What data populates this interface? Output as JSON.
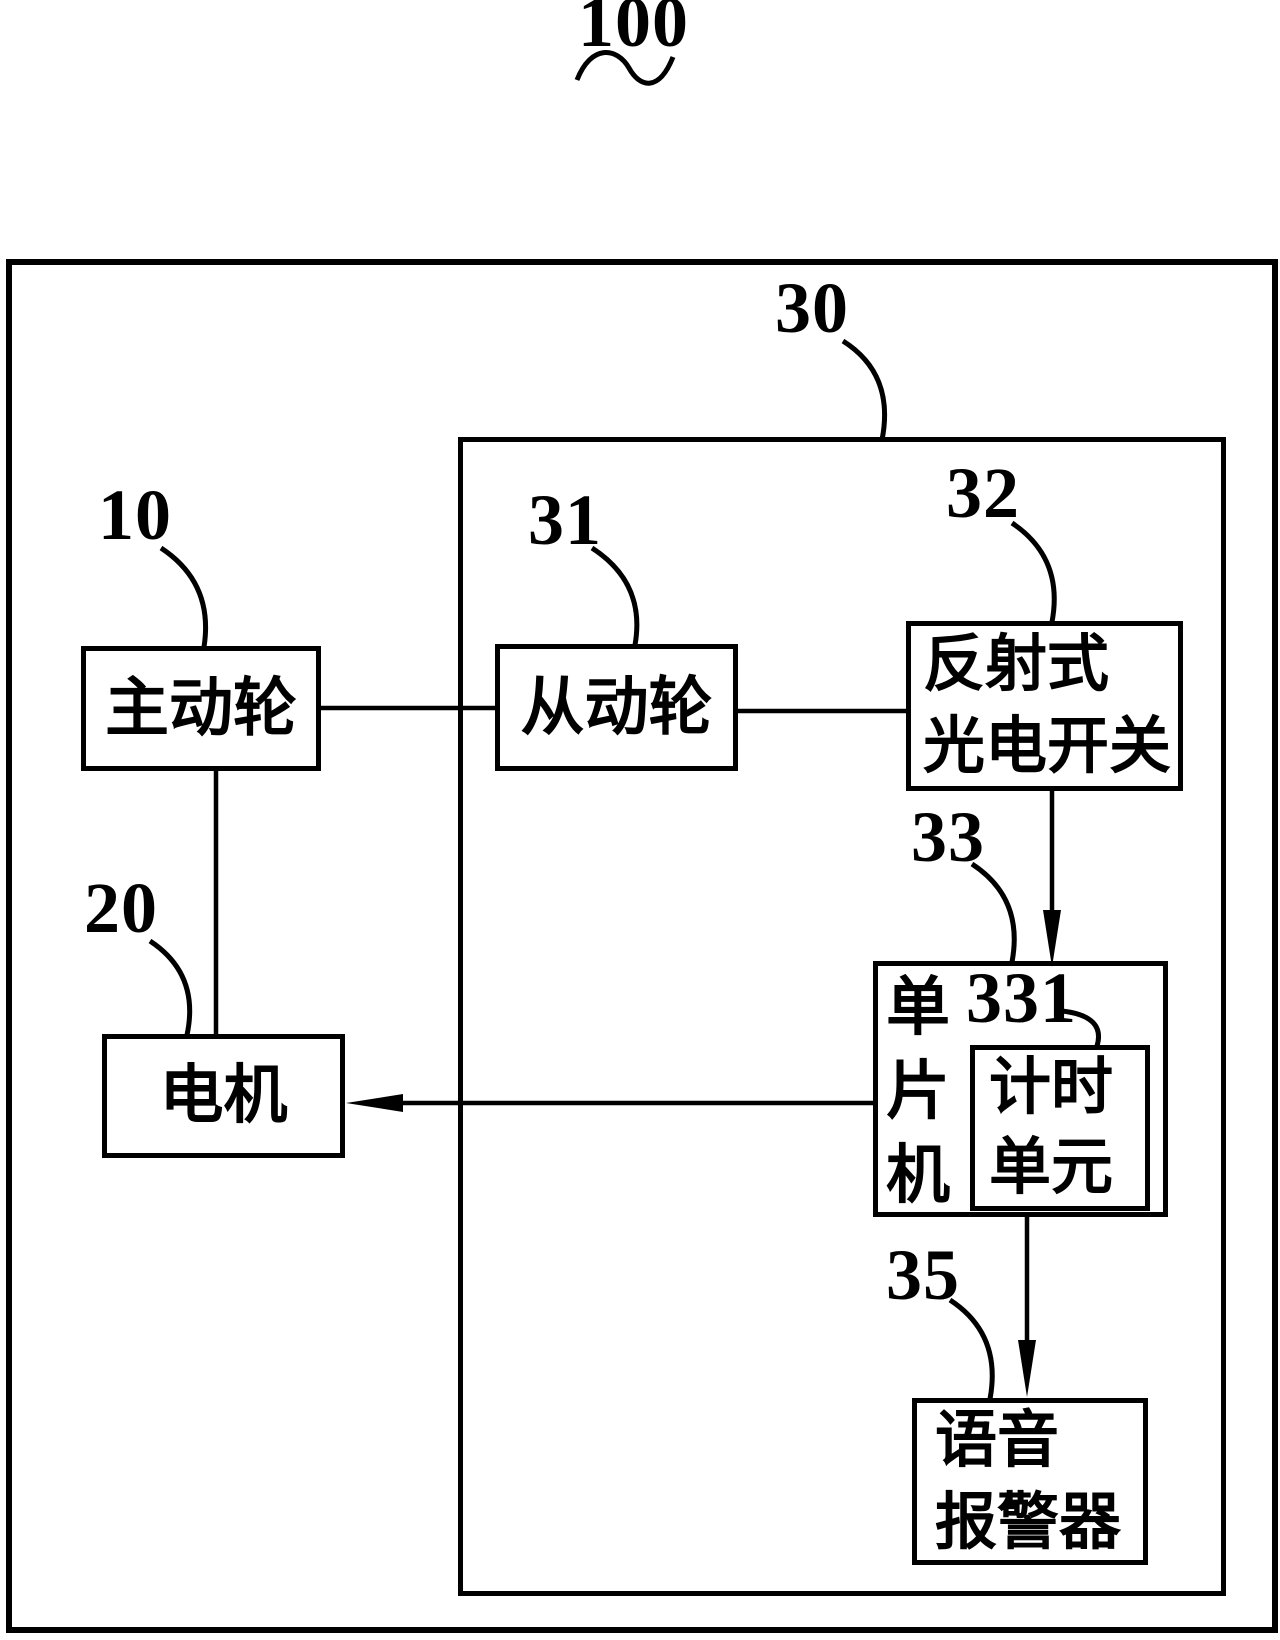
{
  "figure": {
    "number": "100",
    "module_frame_ref": "30"
  },
  "blocks": {
    "driving_wheel": {
      "ref": "10",
      "label": "主动轮"
    },
    "driven_wheel": {
      "ref": "31",
      "label": "从动轮"
    },
    "reflective_photoelectric_switch": {
      "ref": "32",
      "line1": "反射式",
      "line2": "光电开关"
    },
    "motor": {
      "ref": "20",
      "label": "电机"
    },
    "microcontroller": {
      "ref": "33",
      "label": "单片机"
    },
    "timing_unit": {
      "ref": "331",
      "line1": "计时",
      "line2": "单元"
    },
    "voice_alarm": {
      "ref": "35",
      "line1": "语音",
      "line2": "报警器"
    }
  },
  "colors": {
    "ink": "#000000",
    "background": "#ffffff"
  }
}
